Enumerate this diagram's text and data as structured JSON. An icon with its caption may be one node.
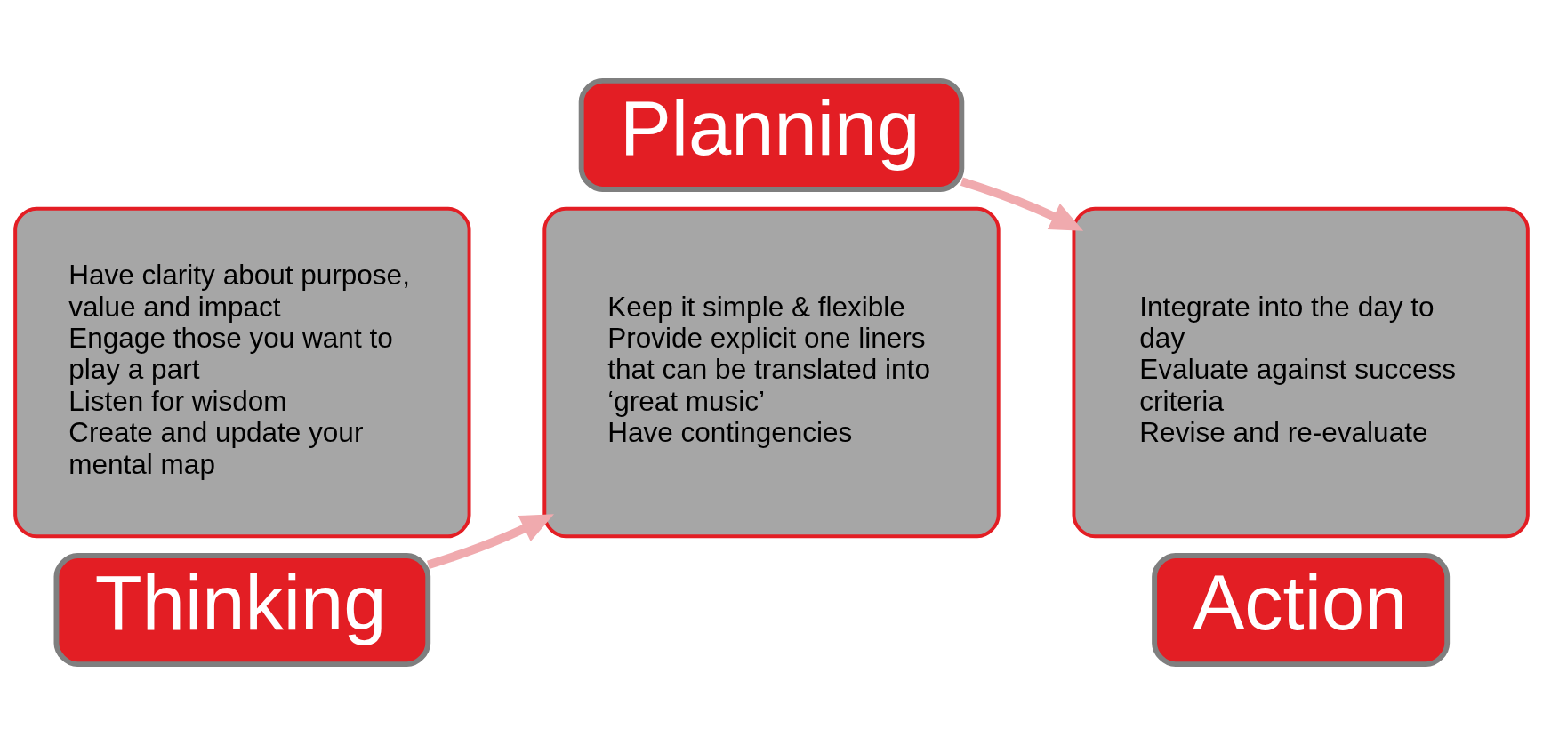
{
  "diagram": {
    "nodes": [
      {
        "text": [
          "Have clarity about purpose, value and impact",
          "Engage those you want to play a part",
          "Listen for wisdom",
          "Create and update your mental map"
        ]
      },
      {
        "text": [
          "Thinking"
        ]
      },
      {
        "text": [
          "Planning"
        ]
      },
      {
        "text": [
          "Keep it simple & flexible",
          "Provide explicit one liners that can be translated into ‘great music’",
          "Have contingencies"
        ]
      },
      {
        "text": [
          "Integrate into the day to day",
          "Evaluate against success criteria",
          "Revise and re-evaluate"
        ]
      },
      {
        "text": [
          "Action"
        ]
      }
    ],
    "edges": [
      {
        "from": 1,
        "to": 3,
        "arrow": "to",
        "color": "#f0aaae"
      },
      {
        "from": 2,
        "to": 4,
        "arrow": "to",
        "color": "#f0aaae"
      }
    ]
  }
}
